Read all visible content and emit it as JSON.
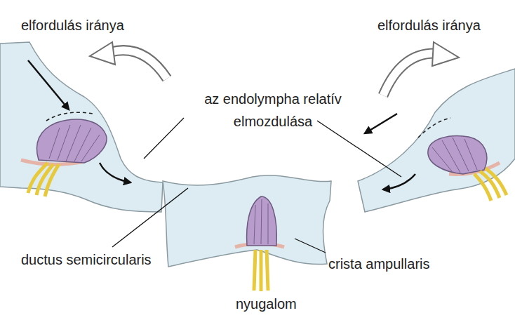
{
  "diagram": {
    "labels": [
      "elfordulás iránya",
      "elfordulás iránya",
      "az endolympha relatív elmozdulása",
      "ductus semicircularis",
      "crista ampullaris",
      "nyugalom"
    ]
  }
}
